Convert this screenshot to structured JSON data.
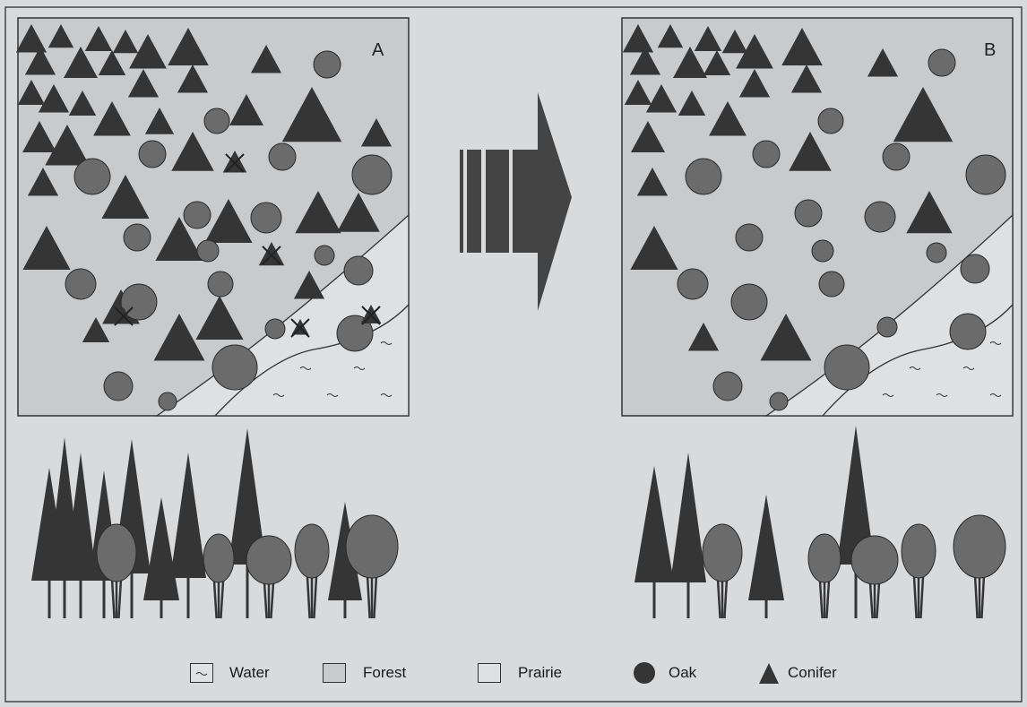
{
  "panels": [
    {
      "label": "A"
    },
    {
      "label": "B"
    }
  ],
  "legend": [
    {
      "label": "Water",
      "swatch": "water"
    },
    {
      "label": "Forest",
      "swatch": "forest"
    },
    {
      "label": "Prairie",
      "swatch": "prairie"
    },
    {
      "label": "Oak",
      "swatch": "oak"
    },
    {
      "label": "Conifer",
      "swatch": "conifer"
    }
  ],
  "colors": {
    "page": "#d9dadb",
    "forest": "#c9cacc",
    "prairie": "#dfe0e1",
    "oak": "#6b6b6c",
    "conifer": "#353536",
    "line": "#333333"
  }
}
